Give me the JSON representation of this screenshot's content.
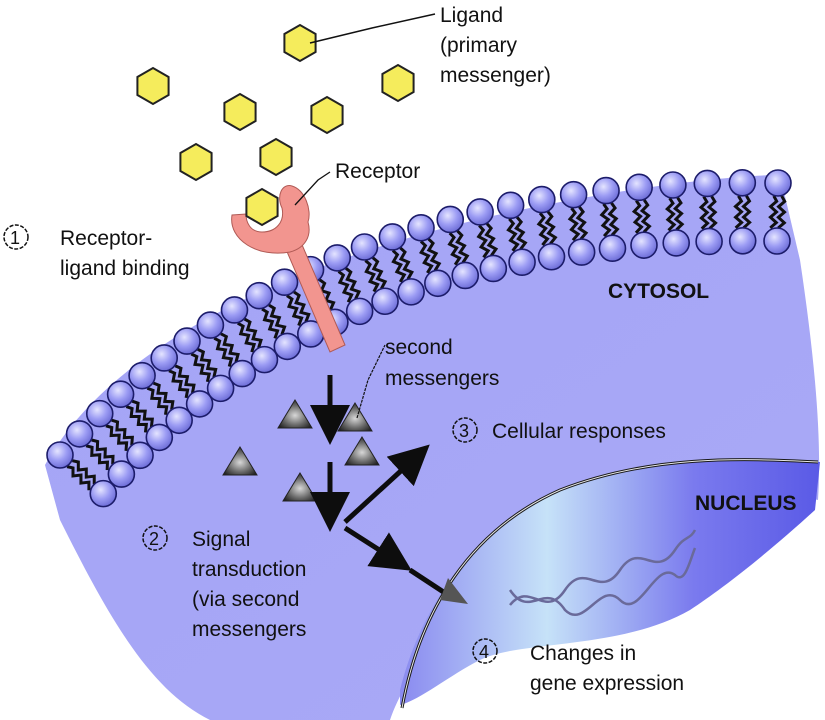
{
  "title": "Cell signaling: receptor-ligand binding and signal transduction",
  "colors": {
    "ligand": "#f5ec5c",
    "ligand_stroke": "#222222",
    "receptor": "#f2958f",
    "phospholipid_head": "#9c9cf4",
    "cytosol": "#a4a4f6",
    "cytosol_edge": "#bfe9f6",
    "nucleus": "#6a6ae8",
    "second_messenger": "#555555",
    "arrow": "#0d0d0d"
  },
  "labels": {
    "ligand": "Ligand",
    "ligand_sub1": "(primary",
    "ligand_sub2": "messenger)",
    "receptor": "Receptor",
    "cytosol": "CYTOSOL",
    "nucleus": "NUCLEUS",
    "second_messengers_1": "second",
    "second_messengers_2": "messengers"
  },
  "steps": [
    {
      "number": "1",
      "lines": [
        "Receptor-",
        "ligand binding"
      ]
    },
    {
      "number": "2",
      "lines": [
        "Signal",
        "transduction",
        "(via second",
        "messengers"
      ]
    },
    {
      "number": "3",
      "lines": [
        "Cellular responses"
      ]
    },
    {
      "number": "4",
      "lines": [
        "Changes in",
        "gene expression"
      ]
    }
  ],
  "icons": {
    "ligand": "hexagon",
    "second_messenger": "triangle",
    "dna": "double-helix",
    "step_marker": "circled-number"
  }
}
